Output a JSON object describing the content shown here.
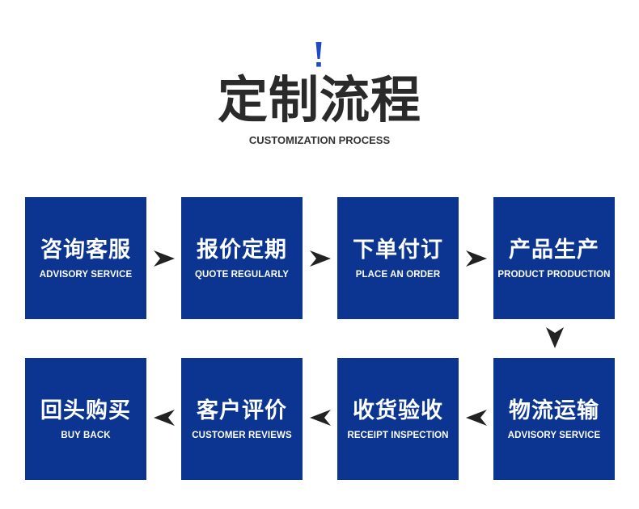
{
  "header": {
    "title": "定制流程",
    "subtitle": "CUSTOMIZATION PROCESS"
  },
  "steps": [
    {
      "zh": "咨询客服",
      "en": "ADVISORY SERVICE"
    },
    {
      "zh": "报价定期",
      "en": "QUOTE REGULARLY"
    },
    {
      "zh": "下单付订",
      "en": "PLACE AN ORDER"
    },
    {
      "zh": "产品生产",
      "en": "PRODUCT PRODUCTION"
    },
    {
      "zh": "物流运输",
      "en": "ADVISORY SERVICE"
    },
    {
      "zh": "收货验收",
      "en": "RECEIPT INSPECTION"
    },
    {
      "zh": "客户评价",
      "en": "CUSTOMER REVIEWS"
    },
    {
      "zh": "回头购买",
      "en": "BUY BACK"
    }
  ],
  "colors": {
    "box": "#0c3591",
    "accent": "#1e49c9",
    "arrow": "#222222",
    "title": "#2a2a2a"
  },
  "icons": {
    "header_mark": "exclamation-mark-icon",
    "flow_arrow": "arrowhead-icon"
  }
}
